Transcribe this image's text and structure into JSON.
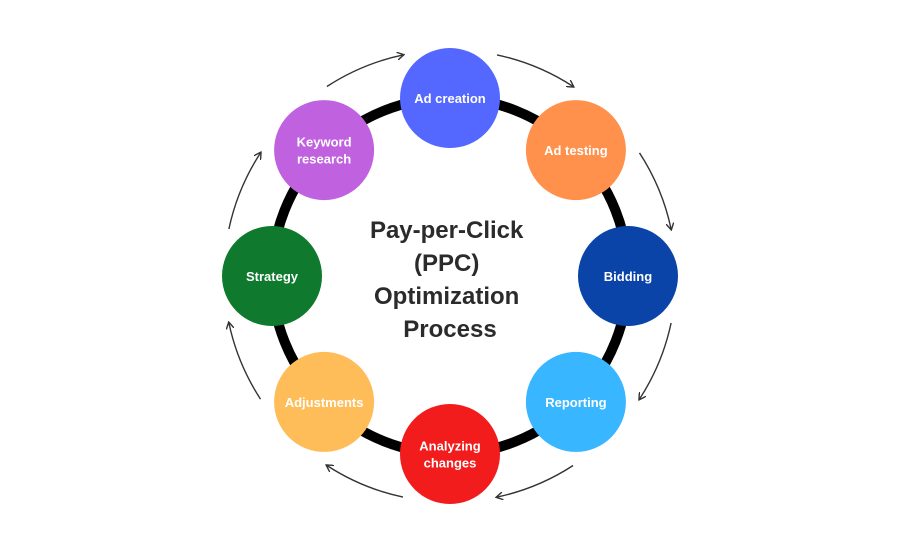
{
  "title_lines": [
    "Pay-per-Click",
    "(PPC)",
    "Optimization",
    "Process"
  ],
  "ring_color": "#000000",
  "arrow_color": "#333333",
  "steps": [
    {
      "lines": [
        "Ad creation"
      ],
      "color": "#5468FF"
    },
    {
      "lines": [
        "Ad testing"
      ],
      "color": "#FF914D"
    },
    {
      "lines": [
        "Bidding"
      ],
      "color": "#0A44A8"
    },
    {
      "lines": [
        "Reporting"
      ],
      "color": "#38B6FF"
    },
    {
      "lines": [
        "Analyzing",
        "changes"
      ],
      "color": "#F21C1C"
    },
    {
      "lines": [
        "Adjustments"
      ],
      "color": "#FFBD59"
    },
    {
      "lines": [
        "Strategy"
      ],
      "color": "#0F7A2E"
    },
    {
      "lines": [
        "Keyword",
        "research"
      ],
      "color": "#C062E0"
    }
  ]
}
